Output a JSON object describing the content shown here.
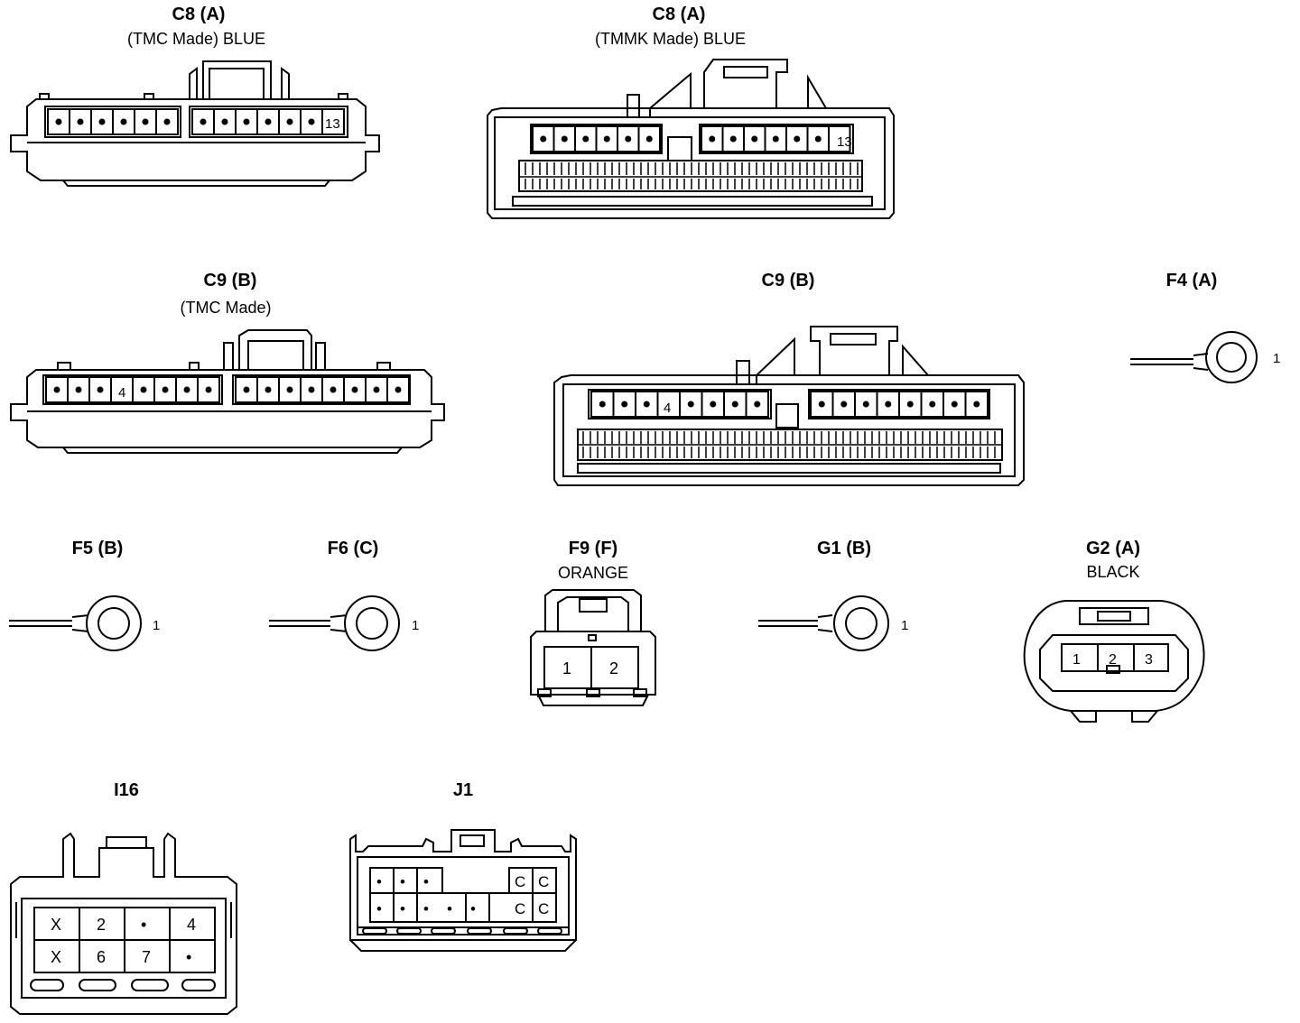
{
  "connectors": {
    "c8a_tmc": {
      "title": "C8 (A)",
      "subtitle": "(TMC Made)  BLUE",
      "pin_label": "13"
    },
    "c8a_tmmk": {
      "title": "C8 (A)",
      "subtitle": "(TMMK Made)  BLUE",
      "pin_label": "13"
    },
    "c9b_tmc": {
      "title": "C9 (B)",
      "subtitle": "(TMC Made)",
      "pin_label": "4"
    },
    "c9b": {
      "title": "C9 (B)",
      "pin_label": "4"
    },
    "f4a": {
      "title": "F4 (A)",
      "pin_label": "1"
    },
    "f5b": {
      "title": "F5 (B)",
      "pin_label": "1"
    },
    "f6c": {
      "title": "F6 (C)",
      "pin_label": "1"
    },
    "f9f": {
      "title": "F9 (F)",
      "subtitle": "ORANGE",
      "pins": [
        "1",
        "2"
      ]
    },
    "g1b": {
      "title": "G1 (B)",
      "pin_label": "1"
    },
    "g2a": {
      "title": "G2 (A)",
      "subtitle": "BLACK",
      "pins": [
        "1",
        "2",
        "3"
      ]
    },
    "i16": {
      "title": "I16",
      "grid": [
        [
          "X",
          "2",
          "•",
          "4"
        ],
        [
          "X",
          "6",
          "7",
          "•"
        ]
      ]
    },
    "j1": {
      "title": "J1",
      "row1": [
        "•",
        "•",
        "•",
        "",
        "",
        "C",
        "C"
      ],
      "row2": [
        "•",
        "•",
        "•",
        "•",
        "•",
        "C",
        "C"
      ]
    }
  },
  "colors": {
    "line": "#000000",
    "background": "#ffffff"
  }
}
